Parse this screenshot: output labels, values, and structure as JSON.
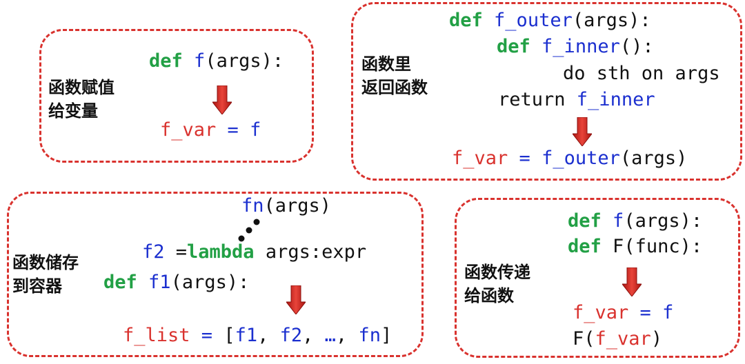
{
  "panel1": {
    "caption": [
      "函数赋值",
      "给变量"
    ],
    "def_kw": "def",
    "func_name": "f",
    "params": "(args):",
    "result_var": "f_var",
    "assign_op": " = ",
    "result_value": "f"
  },
  "panel2": {
    "caption": [
      "函数里",
      "返回函数"
    ],
    "outer_def_kw": "def",
    "outer_name": "f_outer",
    "outer_params": "(args):",
    "inner_def_kw": "def",
    "inner_name": "f_inner",
    "inner_params": "():",
    "body": "do sth on args",
    "return_kw": "return ",
    "return_value": "f_inner",
    "result_var": "f_var",
    "assign_op": " = ",
    "call_name": "f_outer",
    "call_args": "(args)"
  },
  "panel3": {
    "caption": [
      "函数储存",
      "到容器"
    ],
    "fn_name": "fn",
    "fn_args": "(args)",
    "lambda_var": "f2",
    "lambda_eq": " =",
    "lambda_kw": "lambda",
    "lambda_body": " args:expr",
    "def_kw": "def",
    "def_name": "f1",
    "def_params": "(args):",
    "result_var": "f_list",
    "assign_op": " = ",
    "list_open": "[",
    "item1": "f1",
    "sep1": ", ",
    "item2": "f2",
    "sep2": ", ",
    "ellipsis": "…",
    "sep3": ", ",
    "item3": "fn",
    "list_close": "]"
  },
  "panel4": {
    "caption": [
      "函数传递",
      "给函数"
    ],
    "def1_kw": "def",
    "def1_name": "f",
    "def1_params": "(args):",
    "def2_kw": "def",
    "def2_name": "F",
    "def2_params": "(func):",
    "result_var": "f_var",
    "assign_op": " = ",
    "result_value": "f",
    "call_name": "F",
    "call_open": "(",
    "call_arg": "f_var",
    "call_close": ")"
  },
  "colors": {
    "border": "#d9322e",
    "keyword": "#22a045",
    "function": "#1b2fcf",
    "variable": "#d9322e",
    "arrow": "#c8201c"
  },
  "icons": [
    "down-arrow-icon",
    "ellipsis-dots-icon"
  ]
}
